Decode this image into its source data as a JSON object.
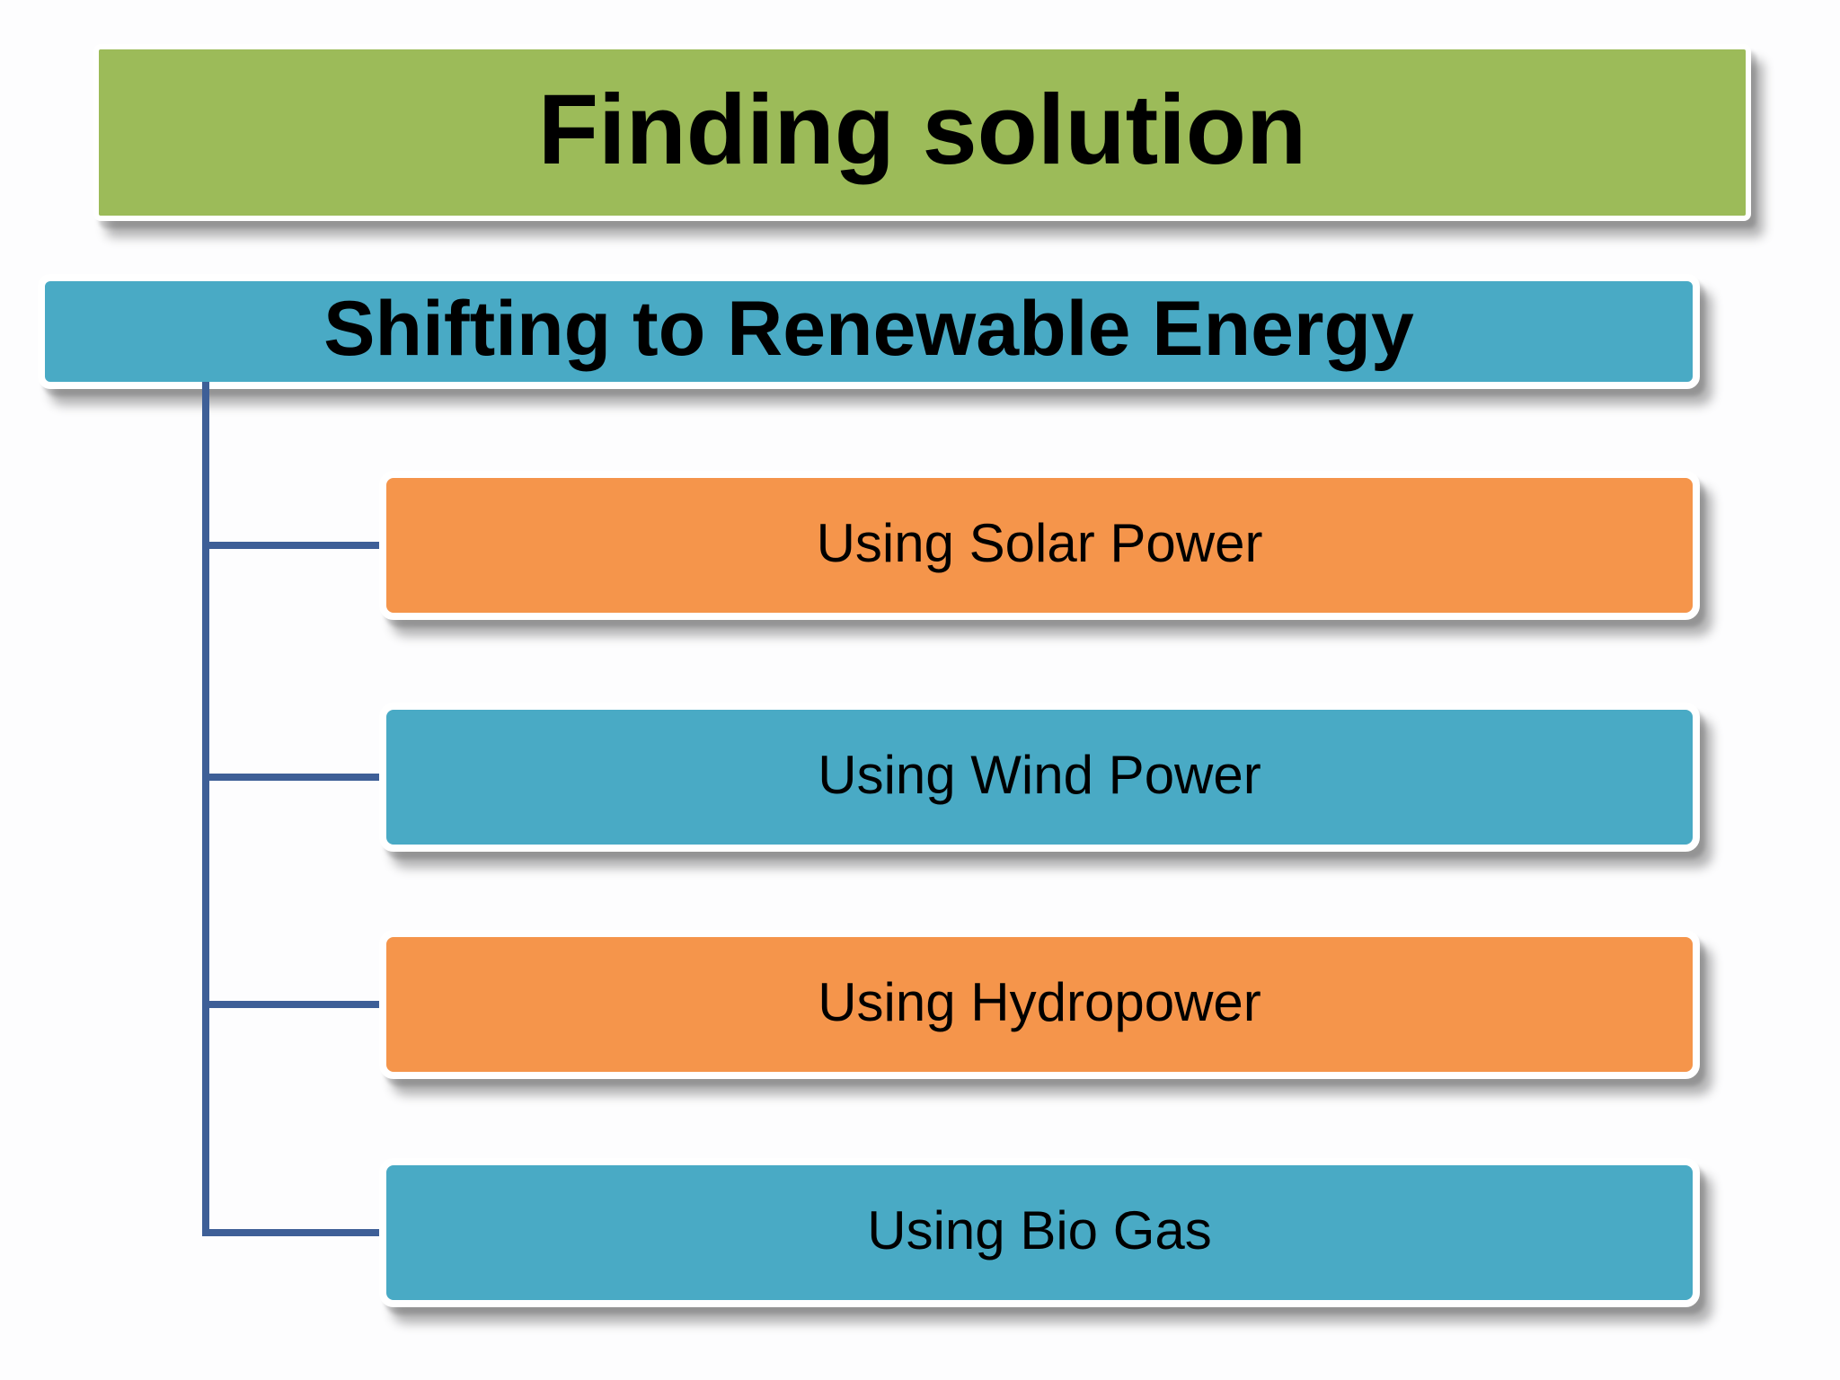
{
  "slide": {
    "title": {
      "label": "Finding solution"
    },
    "root": {
      "label": "Shifting to Renewable Energy"
    },
    "children": [
      {
        "label": "Using Solar Power",
        "color": "#F5954B"
      },
      {
        "label": "Using Wind Power",
        "color": "#49AAC5"
      },
      {
        "label": "Using Hydropower",
        "color": "#F5954B"
      },
      {
        "label": "Using Bio Gas",
        "color": "#49AAC5"
      }
    ],
    "colors": {
      "title_bg": "#9CBB59",
      "root_bg": "#49AAC5",
      "orange": "#F5954B",
      "blue": "#49AAC5",
      "connector": "#3E5F97",
      "text": "#000000",
      "background": "#FDFDFE"
    }
  }
}
